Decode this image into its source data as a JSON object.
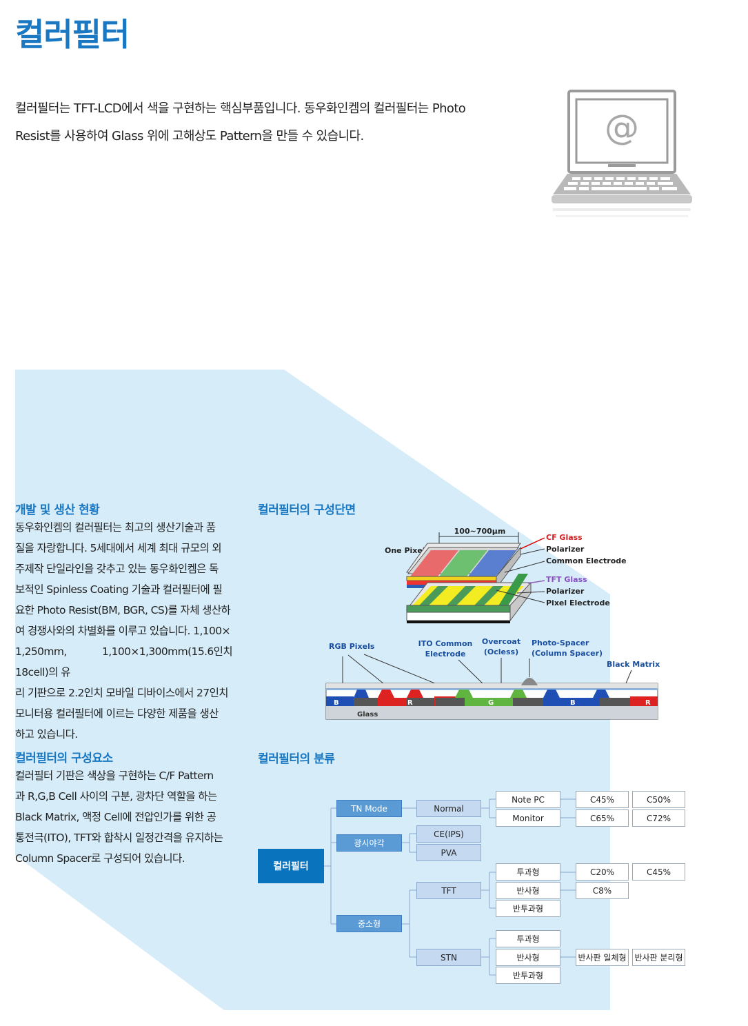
{
  "page": {
    "title": "컬러필터",
    "intro": [
      "컬러필터는 TFT-LCD에서 색을 구현하는 핵심부품입니다. 동우화인켐의 컬러필터는 Photo",
      "Resist를 사용하여 Glass 위에 고해상도 Pattern을 만들 수 있습니다."
    ]
  },
  "section_dev": {
    "title": "개발 및 생산 현황",
    "lines": [
      "동우화인켐의 컬러필터는 최고의 생산기술과 품",
      "질을 자랑합니다. 5세대에서 세계 최대 규모의 외",
      "주제작 단일라인을 갖추고 있는 동우화인켐은 독",
      "보적인 Spinless Coating 기술과 컬러필터에 필",
      "요한 Photo Resist(BM, BGR, CS)를 자체 생산하",
      "여 경쟁사와의 차별화를 이루고 있습니다. 1,100×",
      "1,250mm, 1,100×1,300mm(15.6인치 18cell)의 유",
      "리 기판으로 2.2인치 모바일 디바이스에서 27인치",
      "모니터용 컬러필터에 이르는 다양한 제품을 생산",
      "하고 있습니다."
    ]
  },
  "section_comp": {
    "title": "컬러필터의 구성요소",
    "lines": [
      "컬러필터 기판은 색상을 구현하는 C/F Pattern",
      "과 R,G,B Cell 사이의 구분, 광차단 역할을 하는",
      "Black Matrix, 액정 Cell에 전압인가를 위한 공",
      "통전극(ITO), TFT와 합착시 일정간격을 유지하는",
      "Column Spacer로 구성되어 있습니다."
    ]
  },
  "cross_section": {
    "title": "컬러필터의 구성단면",
    "labels": {
      "size": "100~700μm",
      "one_pixel": "One Pixel",
      "cf_glass": "CF Glass",
      "polarizer1": "Polarizer",
      "common_electrode": "Common Electrode",
      "tft_glass": "TFT Glass",
      "polarizer2": "Polarizer",
      "pixel_electrode": "Pixel Electrode",
      "rgb_pixels": "RGB Pixels",
      "ito1": "ITO Common",
      "ito2": "Electrode",
      "overcoat1": "Overcoat",
      "overcoat2": "(Ocless)",
      "spacer1": "Photo-Spacer",
      "spacer2": "(Column Spacer)",
      "black_matrix": "Black Matrix",
      "glass": "Glass",
      "b1": "B",
      "r1": "R",
      "g1": "G",
      "b2": "B",
      "r2": "R"
    }
  },
  "classification": {
    "title": "컬러필터의 분류",
    "root": "컬러필터",
    "tn_mode": "TN Mode",
    "wide_view": "광시야각",
    "small_mid": "중소형",
    "normal": "Normal",
    "ceips": "CE(IPS)",
    "pva": "PVA",
    "tft": "TFT",
    "stn": "STN",
    "note_pc": "Note PC",
    "monitor": "Monitor",
    "c45_1": "C45%",
    "c50": "C50%",
    "c65": "C65%",
    "c72": "C72%",
    "tft_trans": "투과형",
    "tft_refl": "반사형",
    "tft_semi": "반투과형",
    "c20": "C20%",
    "c45_2": "C45%",
    "c8": "C8%",
    "stn_trans": "투과형",
    "stn_refl": "반사형",
    "stn_semi": "반투과형",
    "integrated": "반사판 일체형",
    "separate": "반사판 분리형"
  },
  "colors": {
    "accent": "#1a78c2",
    "panel_bg": "#d6ecf8",
    "node_dark": "#0a73bd",
    "node_mid": "#5a9bd5",
    "node_light": "#c5d9f1"
  }
}
